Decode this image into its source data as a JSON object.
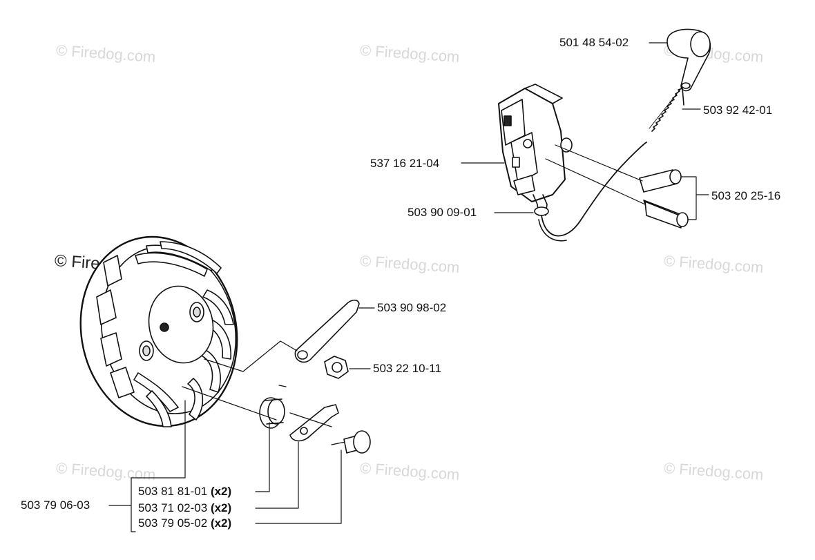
{
  "watermark": "© Firedog.com",
  "callouts": {
    "p_501485402": "501 48 54-02",
    "p_503924201": "503 92 42-01",
    "p_537162104": "537 16 21-04",
    "p_503202516": "503 20 25-16",
    "p_503900901": "503 90 09-01",
    "p_503909802": "503 90 98-02",
    "p_503221011": "503 22 10-11",
    "p_503790603": "503 79 06-03",
    "p_503818101": "503 81 81-01",
    "p_503710203": "503 71 02-03",
    "p_503790502": "503 79 05-02"
  },
  "quantity": "(x2)",
  "colors": {
    "line": "#111111",
    "watermark": "#d8d8d8"
  }
}
